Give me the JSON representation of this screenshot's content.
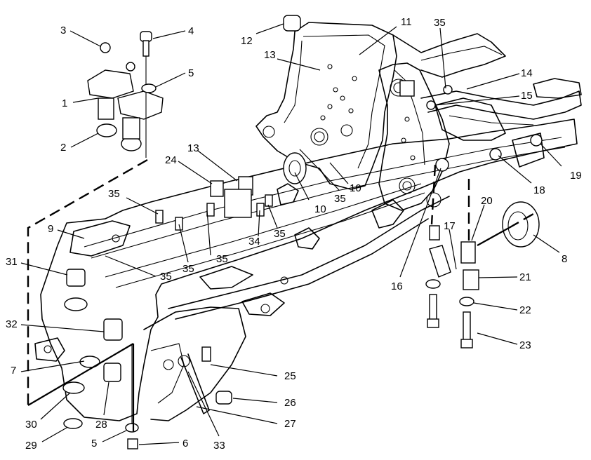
{
  "callouts": [
    {
      "label": "1"
    },
    {
      "label": "2"
    },
    {
      "label": "3"
    },
    {
      "label": "4"
    },
    {
      "label": "5"
    },
    {
      "label": "9"
    },
    {
      "label": "31"
    },
    {
      "label": "32"
    },
    {
      "label": "7"
    },
    {
      "label": "30"
    },
    {
      "label": "28"
    },
    {
      "label": "29"
    },
    {
      "label": "5"
    },
    {
      "label": "6"
    },
    {
      "label": "33"
    },
    {
      "label": "25"
    },
    {
      "label": "26"
    },
    {
      "label": "27"
    },
    {
      "label": "35"
    },
    {
      "label": "35"
    },
    {
      "label": "35"
    },
    {
      "label": "35"
    },
    {
      "label": "24"
    },
    {
      "label": "13"
    },
    {
      "label": "34"
    },
    {
      "label": "35"
    },
    {
      "label": "12"
    },
    {
      "label": "13"
    },
    {
      "label": "11"
    },
    {
      "label": "10"
    },
    {
      "label": "10"
    },
    {
      "label": "35"
    },
    {
      "label": "35"
    },
    {
      "label": "14"
    },
    {
      "label": "15"
    },
    {
      "label": "16"
    },
    {
      "label": "18"
    },
    {
      "label": "19"
    },
    {
      "label": "17"
    },
    {
      "label": "20"
    },
    {
      "label": "8"
    },
    {
      "label": "21"
    },
    {
      "label": "22"
    },
    {
      "label": "23"
    }
  ]
}
